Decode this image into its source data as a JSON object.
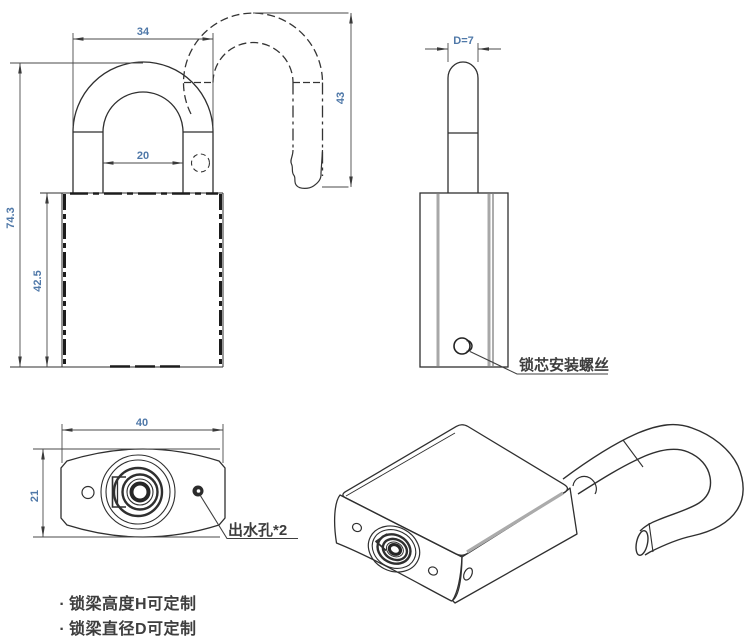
{
  "front_view": {
    "shackle_outer_width": "34",
    "shackle_inner_width": "20",
    "overall_height": "74.3",
    "body_height": "42.5",
    "open_shackle_height": "43"
  },
  "side_view": {
    "shackle_diameter": "D=7",
    "screw_label": "锁芯安装螺丝"
  },
  "top_view": {
    "body_width": "40",
    "body_depth": "21",
    "drain_label": "出水孔*2"
  },
  "notes": {
    "bullet": "·",
    "items": [
      {
        "text": "锁梁高度H可定制"
      },
      {
        "text": "锁梁直径D可定制"
      }
    ]
  },
  "colors": {
    "dimension_text": "#4f78a8",
    "label_text": "#3d3d3d",
    "object_line": "#2f2f2f",
    "chamfer_gray": "#a8a8a8"
  }
}
